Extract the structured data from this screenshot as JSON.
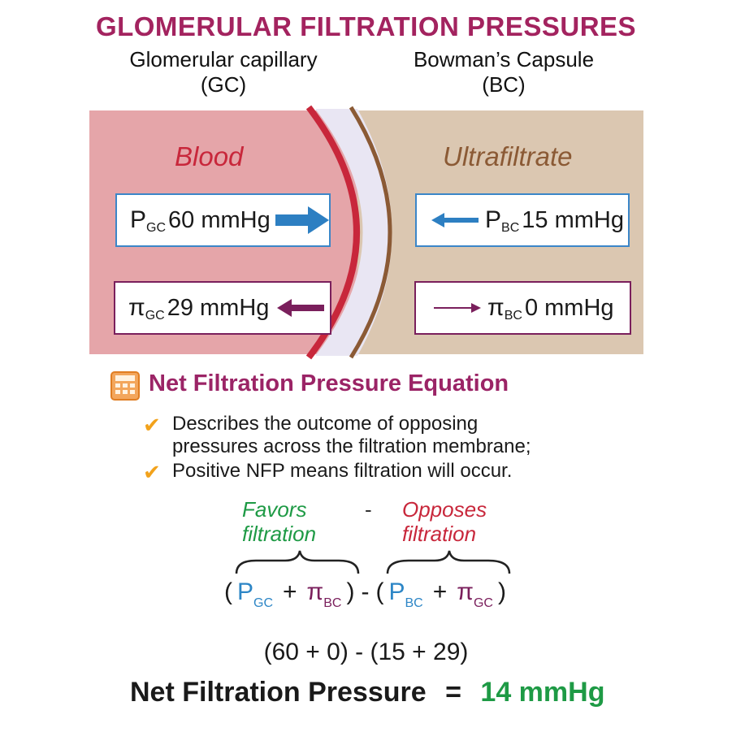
{
  "title": "GLOMERULAR FILTRATION PRESSURES",
  "gc_header": {
    "line1": "Glomerular capillary",
    "line2": "(GC)"
  },
  "bc_header": {
    "line1": "Bowman’s Capsule",
    "line2": "(BC)"
  },
  "blood_label": "Blood",
  "ultrafiltrate_label": "Ultrafiltrate",
  "p_gc": {
    "symbol": "P",
    "sub": "GC",
    "value": "60 mmHg"
  },
  "pi_gc": {
    "symbol": "π",
    "sub": "GC",
    "value": "29 mmHg"
  },
  "p_bc": {
    "symbol": "P",
    "sub": "BC",
    "value": "15 mmHg"
  },
  "pi_bc": {
    "symbol": "π",
    "sub": "BC",
    "value": "0 mmHg"
  },
  "section_heading": "Net Filtration Pressure Equation",
  "bullets": [
    {
      "line1": "Describes the outcome of opposing",
      "line2": "pressures across the filtration membrane;"
    },
    {
      "line1": "Positive NFP means filtration will occur."
    }
  ],
  "favors": {
    "line1": "Favors",
    "line2": "filtration"
  },
  "opposes": {
    "line1": "Opposes",
    "line2": "filtration"
  },
  "minus": "-",
  "equation": {
    "open": "(",
    "close": ")",
    "plus": "+",
    "minus": "-",
    "p": "P",
    "pi": "π",
    "gc": "GC",
    "bc": "BC"
  },
  "calculation": "(60 + 0) - (15 + 29)",
  "result": {
    "label": "Net Filtration Pressure",
    "equals": "=",
    "value": "14 mmHg"
  },
  "colors": {
    "title": "#a3235f",
    "blood": "#c8273b",
    "ultrafiltrate": "#8b5a35",
    "blue_arrow": "#2d7fc2",
    "purple_arrow": "#7a1f5c",
    "favors": "#1e9a45",
    "check": "#f2a21b"
  }
}
